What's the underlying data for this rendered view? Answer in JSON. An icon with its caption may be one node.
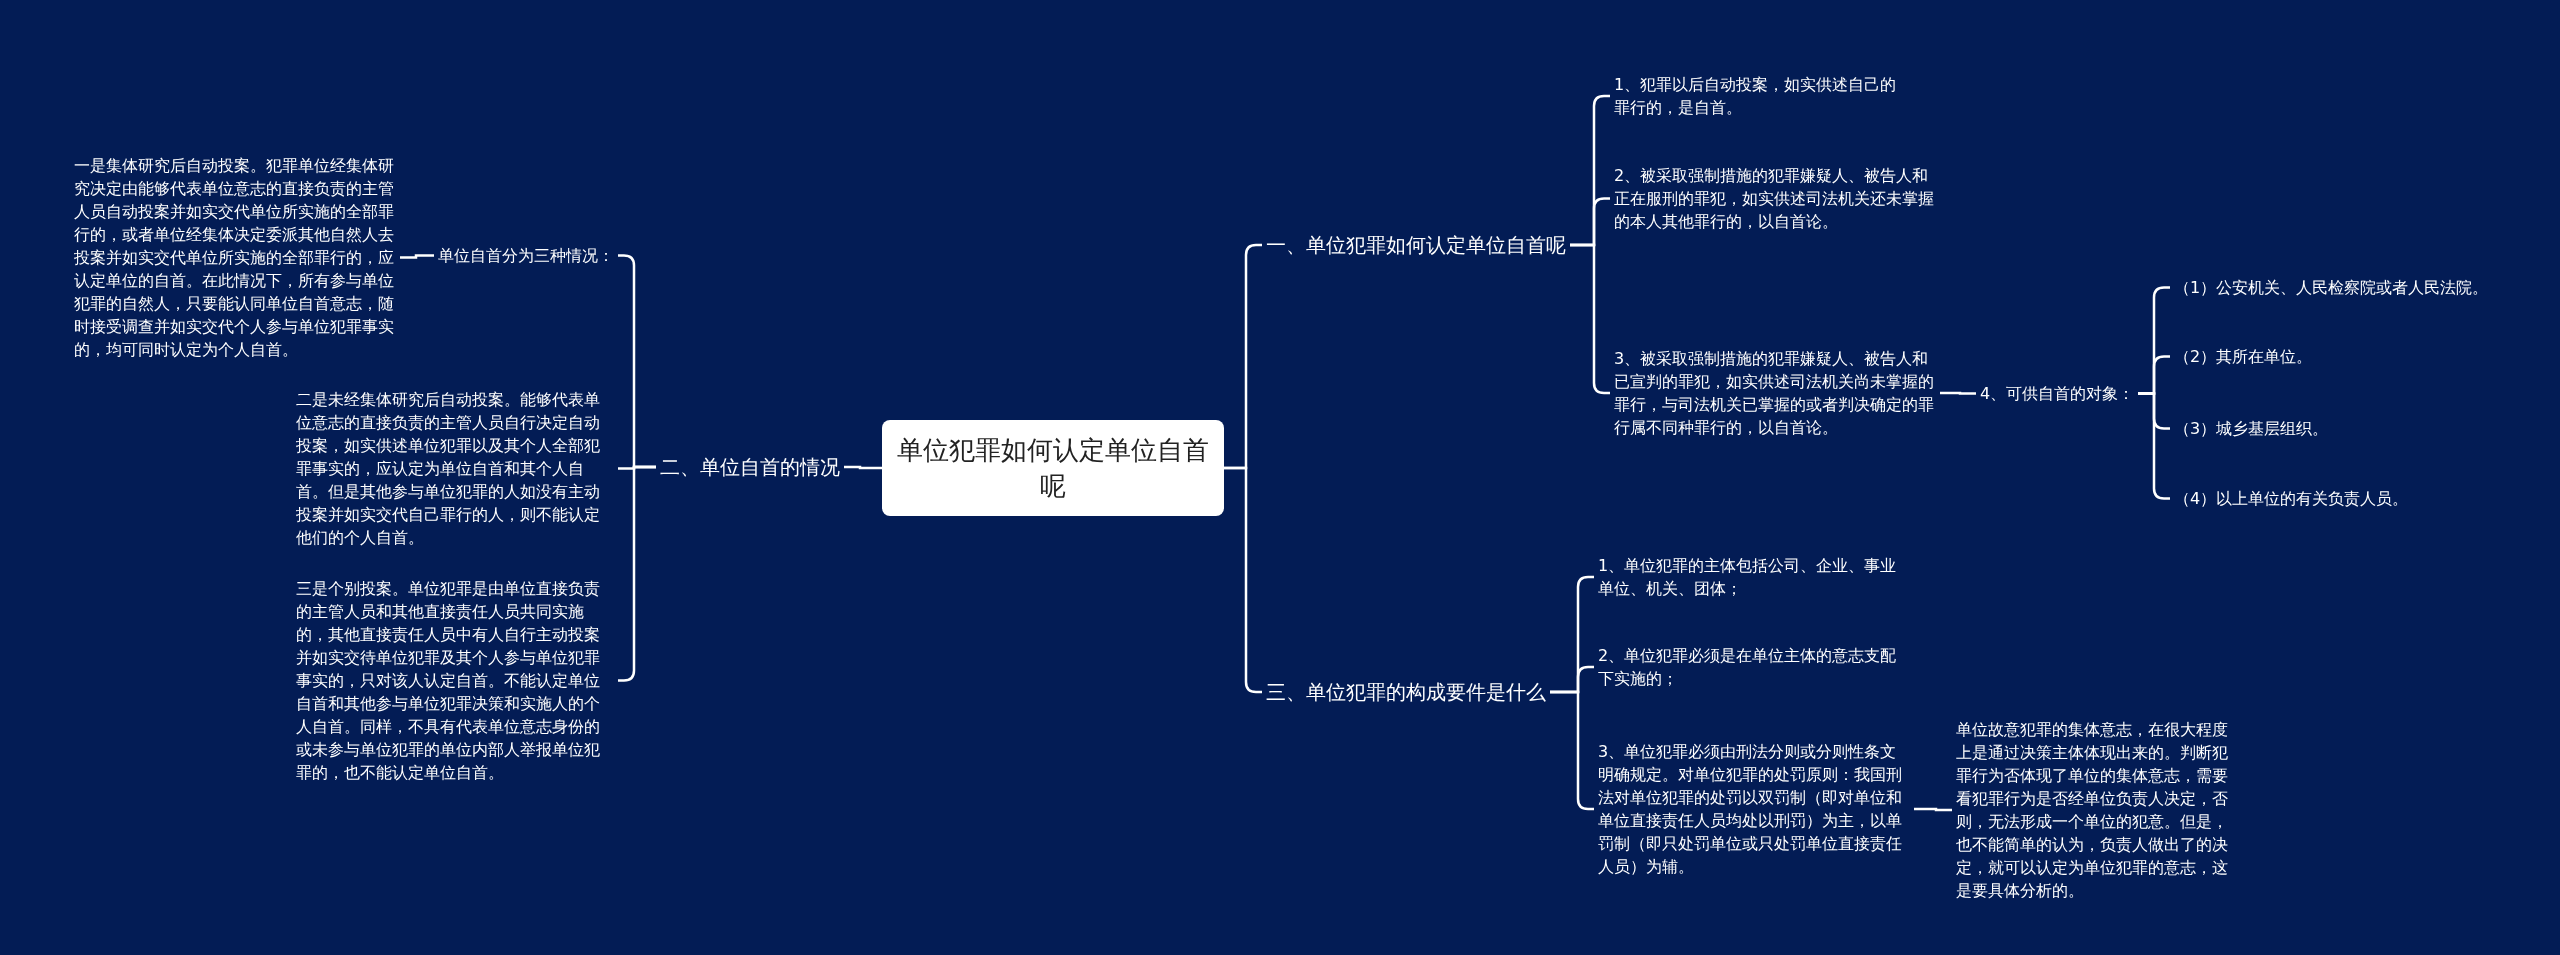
{
  "diagram": {
    "nodes": [
      {
        "text": [
          "单位犯罪如何认定单位自首呢"
        ]
      },
      {
        "text": [
          "一、单位犯罪如何认定单位自首呢"
        ]
      },
      {
        "text": [
          "1、犯罪以后自动投案，如实供述自己的罪行的，是自首。"
        ]
      },
      {
        "text": [
          "2、被采取强制措施的犯罪嫌疑人、被告人和正在服刑的罪犯，如实供述司法机关还未掌握的本人其他罪行的，以自首论。"
        ]
      },
      {
        "text": [
          "3、被采取强制措施的犯罪嫌疑人、被告人和已宣判的罪犯，如实供述司法机关尚未掌握的罪行，与司法机关已掌握的或者判决确定的罪行属不同种罪行的，以自首论。"
        ]
      },
      {
        "text": [
          "4、可供自首的对象："
        ]
      },
      {
        "text": [
          "（1）公安机关、人民检察院或者人民法院。"
        ]
      },
      {
        "text": [
          "（2）其所在单位。"
        ]
      },
      {
        "text": [
          "（3）城乡基层组织。"
        ]
      },
      {
        "text": [
          "（4）以上单位的有关负责人员。"
        ]
      },
      {
        "text": [
          "二、单位自首的情况"
        ]
      },
      {
        "text": [
          "单位自首分为三种情况："
        ]
      },
      {
        "text": [
          "一是集体研究后自动投案。犯罪单位经集体研究决定由能够代表单位意志的直接负责的主管人员自动投案并如实交代单位所实施的全部罪行的，或者单位经集体决定委派其他自然人去投案并如实交代单位所实施的全部罪行的，应认定单位的自首。在此情况下，所有参与单位犯罪的自然人，只要能认同单位自首意志，随时接受调查并如实交代个人参与单位犯罪事实的，均可同时认定为个人自首。"
        ]
      },
      {
        "text": [
          "二是未经集体研究后自动投案。能够代表单位意志的直接负责的主管人员自行决定自动投案，如实供述单位犯罪以及其个人全部犯罪事实的，应认定为单位自首和其个人自首。但是其他参与单位犯罪的人如没有主动投案并如实交代自己罪行的人，则不能认定他们的个人自首。"
        ]
      },
      {
        "text": [
          "三是个别投案。单位犯罪是由单位直接负责的主管人员和其他直接责任人员共同实施的，其他直接责任人员中有人自行主动投案并如实交待单位犯罪及其个人参与单位犯罪事实的，只对该人认定自首。不能认定单位自首和其他参与单位犯罪决策和实施人的个人自首。同样，不具有代表单位意志身份的或未参与单位犯罪的单位内部人举报单位犯罪的，也不能认定单位自首。"
        ]
      },
      {
        "text": [
          "三、单位犯罪的构成要件是什么"
        ]
      },
      {
        "text": [
          "1、单位犯罪的主体包括公司、企业、事业单位、机关、团体；"
        ]
      },
      {
        "text": [
          "2、单位犯罪必须是在单位主体的意志支配下实施的；"
        ]
      },
      {
        "text": [
          "3、单位犯罪必须由刑法分则或分则性条文明确规定。对单位犯罪的处罚原则：我国刑法对单位犯罪的处罚以双罚制（即对单位和单位直接责任人员均处以刑罚）为主，以单罚制（即只处罚单位或只处罚单位直接责任人员）为辅。"
        ]
      },
      {
        "text": [
          "单位故意犯罪的集体意志，在很大程度上是通过决策主体体现出来的。判断犯罪行为否体现了单位的集体意志，需要看犯罪行为是否经单位负责人决定，否则，无法形成一个单位的犯意。但是，也不能简单的认为，负责人做出了的决定，就可以认定为单位犯罪的意志，这是要具体分析的。"
        ]
      }
    ],
    "edges": [
      {
        "from": 0,
        "to": 1,
        "arrow": "none"
      },
      {
        "from": 1,
        "to": 2,
        "arrow": "none"
      },
      {
        "from": 1,
        "to": 3,
        "arrow": "none"
      },
      {
        "from": 1,
        "to": 4,
        "arrow": "none"
      },
      {
        "from": 4,
        "to": 5,
        "arrow": "none"
      },
      {
        "from": 5,
        "to": 6,
        "arrow": "none"
      },
      {
        "from": 5,
        "to": 7,
        "arrow": "none"
      },
      {
        "from": 5,
        "to": 8,
        "arrow": "none"
      },
      {
        "from": 5,
        "to": 9,
        "arrow": "none"
      },
      {
        "from": 0,
        "to": 10,
        "arrow": "none"
      },
      {
        "from": 10,
        "to": 11,
        "arrow": "none"
      },
      {
        "from": 11,
        "to": 12,
        "arrow": "none"
      },
      {
        "from": 10,
        "to": 13,
        "arrow": "none"
      },
      {
        "from": 10,
        "to": 14,
        "arrow": "none"
      },
      {
        "from": 0,
        "to": 15,
        "arrow": "none"
      },
      {
        "from": 15,
        "to": 16,
        "arrow": "none"
      },
      {
        "from": 15,
        "to": 17,
        "arrow": "none"
      },
      {
        "from": 15,
        "to": 18,
        "arrow": "none"
      },
      {
        "from": 18,
        "to": 19,
        "arrow": "none"
      }
    ]
  }
}
